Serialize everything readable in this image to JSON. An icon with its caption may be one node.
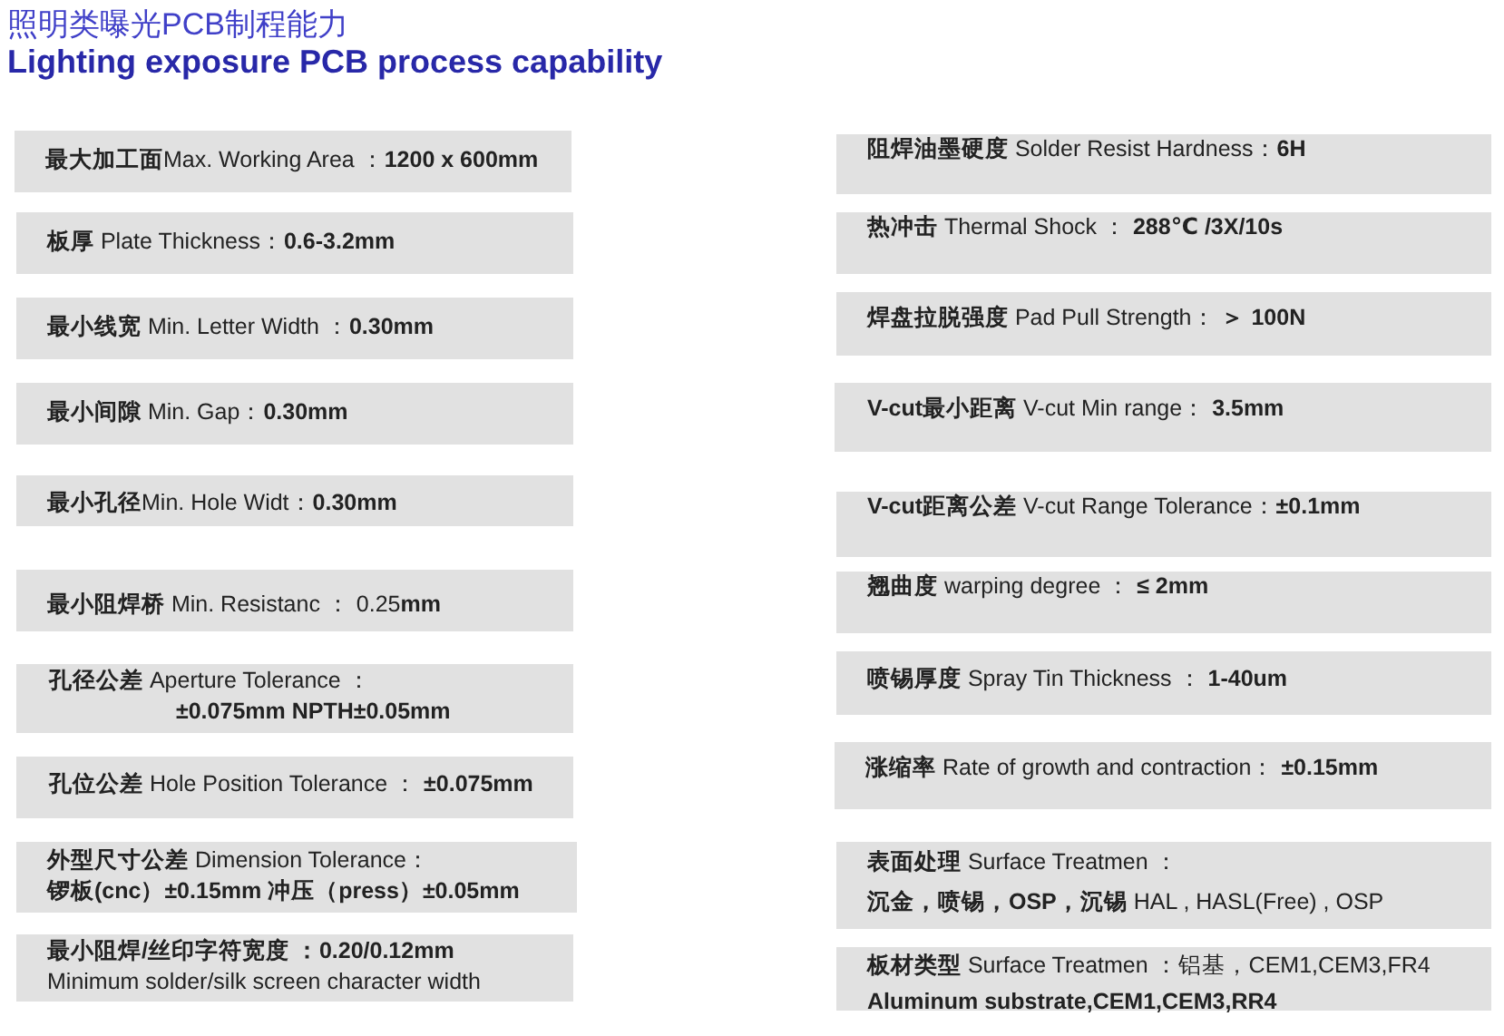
{
  "diagram": {
    "title": "照明类曝光PCB制程能力",
    "nodes": [
      {
        "text": [
          "**最大加工面**Max. Working Area ：**1200 x 600mm**"
        ]
      },
      {
        "text": [
          "**板厚** Plate Thickness：**0.6-3.2mm**"
        ]
      },
      {
        "text": [
          "**最小线宽** Min. Letter Width ：**0.30mm**"
        ]
      },
      {
        "text": [
          "**最小间隙** Min. Gap：**0.30mm**"
        ]
      },
      {
        "text": [
          "**最小孔径**Min. Hole Widt：**0.30mm**"
        ]
      },
      {
        "text": [
          "**最小阻焊桥** Min. Resistanc ： 0.25**mm**"
        ]
      },
      {
        "text": [
          "**孔径公差** Aperture Tolerance ：",
          "**±0.075mm NPTH±0.05mm**"
        ]
      },
      {
        "text": [
          "**孔位公差** Hole Position Tolerance ： **±0.075mm**"
        ]
      },
      {
        "text": [
          "**外型尺寸公差** Dimension Tolerance：",
          "**锣板(cnc）±0.15mm 冲压（press）±0.05mm**"
        ]
      },
      {
        "text": [
          "**最小阻焊/丝印字符宽度 ：0.20/0.12mm**",
          "Minimum solder/silk screen character width"
        ]
      },
      {
        "text": [
          "**阻焊油墨硬度** Solder Resist Hardness：**6H**"
        ]
      },
      {
        "text": [
          "**热冲击** Thermal Shock ： **288℃ /3X/10s**"
        ]
      },
      {
        "text": [
          "**焊盘拉脱强度** Pad Pull Strength： **＞ 100N**"
        ]
      },
      {
        "text": [
          "**V-cut最小距离** V-cut Min range： **3.5mm**"
        ]
      },
      {
        "text": [
          "**V-cut距离公差** V-cut Range Tolerance：**±0.1mm**"
        ]
      },
      {
        "text": [
          "**翘曲度** warping degree ： **≤ 2mm**"
        ]
      },
      {
        "text": [
          "**喷锡厚度** Spray Tin Thickness ： **1-40um**"
        ]
      },
      {
        "text": [
          "**涨缩率** Rate of growth and contraction： **±0.15mm**"
        ]
      },
      {
        "text": [
          "**表面处理** Surface Treatmen ：",
          "**沉金，喷锡，OSP，沉锡** HAL , HASL(Free) , OSP"
        ]
      },
      {
        "text": [
          "**板材类型** Surface Treatmen ：铝基，CEM1,CEM3,FR4",
          "**Aluminum substrate,CEM1,CEM3,RR4**"
        ]
      }
    ],
    "labels": [
      "Lighting exposure PCB process capability"
    ]
  }
}
